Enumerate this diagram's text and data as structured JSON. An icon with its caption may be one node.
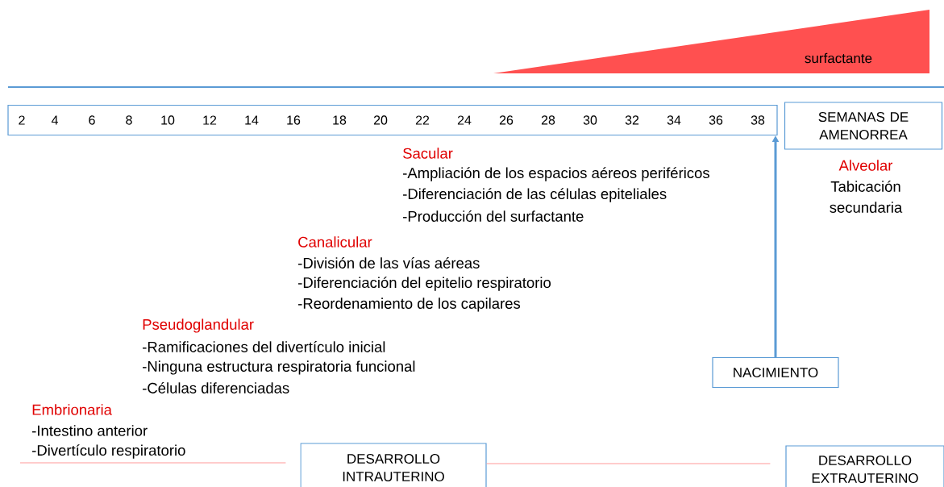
{
  "diagram": {
    "nodes": [
      {
        "text": [
          "2",
          "4",
          "6",
          "8",
          "10",
          "12",
          "14",
          "16",
          "18",
          "20",
          "22",
          "24",
          "26",
          "28",
          "30",
          "32",
          "34",
          "36",
          "38"
        ]
      },
      {
        "text": [
          "SEMANAS DE AMENORREA"
        ]
      },
      {
        "text": [
          "NACIMIENTO"
        ]
      },
      {
        "text": [
          "DESARROLLO INTRAUTERINO"
        ]
      },
      {
        "text": [
          "DESARROLLO EXTRAUTERINO"
        ]
      },
      {
        "text": [
          "surfactante"
        ]
      }
    ],
    "edges": [
      {
        "from": 2,
        "to": 0,
        "arrow": "to",
        "style": "thick",
        "color": "#5b9bd5"
      },
      {
        "from": null,
        "to": 3,
        "arrow": "none"
      },
      {
        "from": 3,
        "to": 4,
        "arrow": "none"
      }
    ],
    "labels": [
      "Sacular",
      "-Ampliación de los espacios aéreos periféricos",
      "-Diferenciación de las células epiteliales",
      "-Producción del surfactante",
      "Alveolar",
      "Tabicación secundaria",
      "Canalicular",
      "-División de las vías aéreas",
      "-Diferenciación del epitelio respiratorio",
      "-Reordenamiento de los capilares",
      "Pseudoglandular",
      "-Ramificaciones del divertículo inicial",
      "-Ninguna estructura respiratoria funcional",
      "-Células diferenciadas",
      "Embrionaria",
      "-Intestino anterior",
      "-Divertículo respiratorio"
    ]
  }
}
